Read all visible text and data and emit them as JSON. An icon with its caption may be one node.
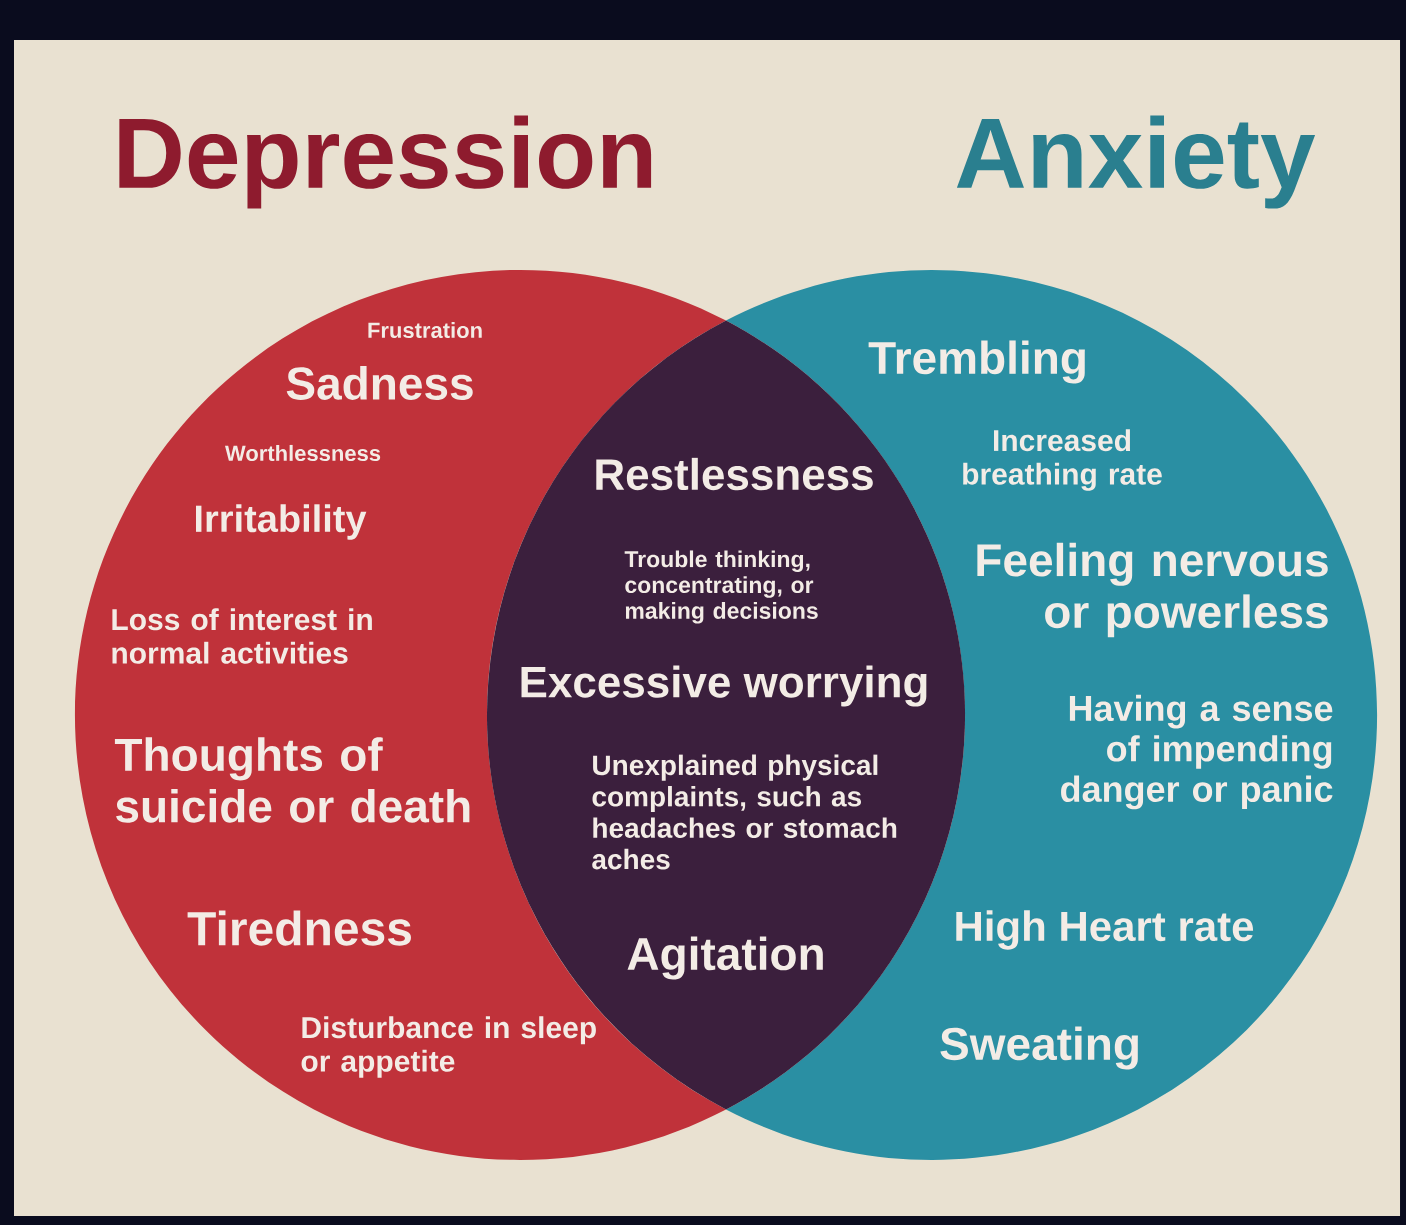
{
  "diagram": {
    "nodes": [
      {
        "text": [
          "Depression",
          "Frustration",
          "Sadness",
          "Worthlessness",
          "Irritability",
          "Loss of interest in normal activities",
          "Thoughts of suicide or death",
          "Tiredness",
          "Disturbance in sleep or appetite"
        ]
      },
      {
        "text": [
          "Anxiety",
          "Trembling",
          "Increased breathing rate",
          "Feeling nervous or powerless",
          "Having a sense of impending danger or panic",
          "High Heart rate",
          "Sweating"
        ]
      },
      {
        "text": [
          "Restlessness",
          "Trouble thinking, concentrating, or making decisions",
          "Excessive worrying",
          "Unexplained physical complaints, such as headaches or stomach aches",
          "Agitation"
        ]
      }
    ]
  }
}
